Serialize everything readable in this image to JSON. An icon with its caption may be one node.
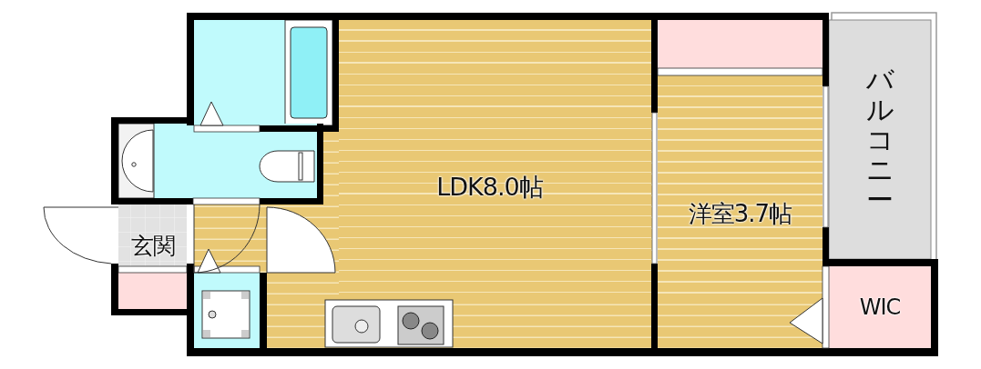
{
  "diagram": {
    "nodes": [
      {
        "text": [
          "LDK8.0帖"
        ]
      },
      {
        "text": [
          "洋室3.7帖"
        ]
      },
      {
        "text": [
          "バルコニー"
        ]
      },
      {
        "text": [
          "WIC"
        ]
      },
      {
        "text": [
          "玄関"
        ]
      }
    ]
  }
}
